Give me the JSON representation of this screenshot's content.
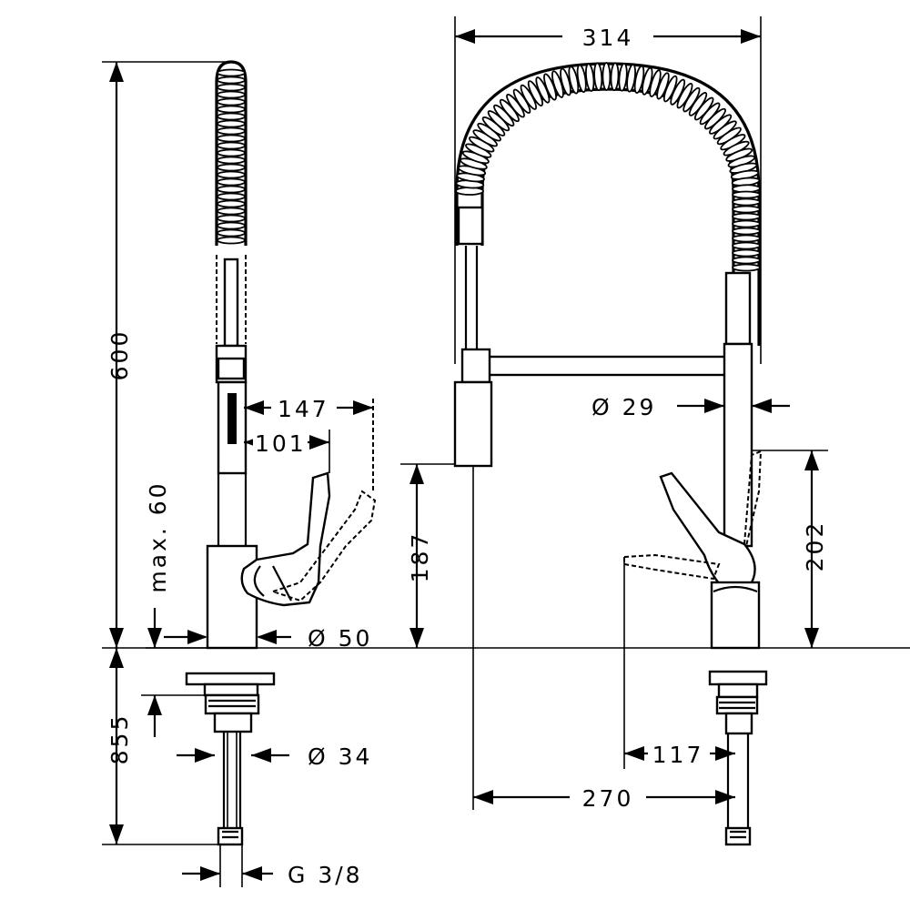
{
  "dimensions": {
    "width_top": "314",
    "height_total": "600",
    "handle_reach_max": "147",
    "handle_reach": "101",
    "handle_max": "max. 60",
    "base_diameter": "Ø 50",
    "spout_diameter": "Ø 29",
    "spout_height": "187",
    "lever_height": "202",
    "below_deck": "855",
    "shank_diameter": "Ø 34",
    "thread": "G 3/8",
    "lever_offset": "117",
    "reach": "270"
  }
}
